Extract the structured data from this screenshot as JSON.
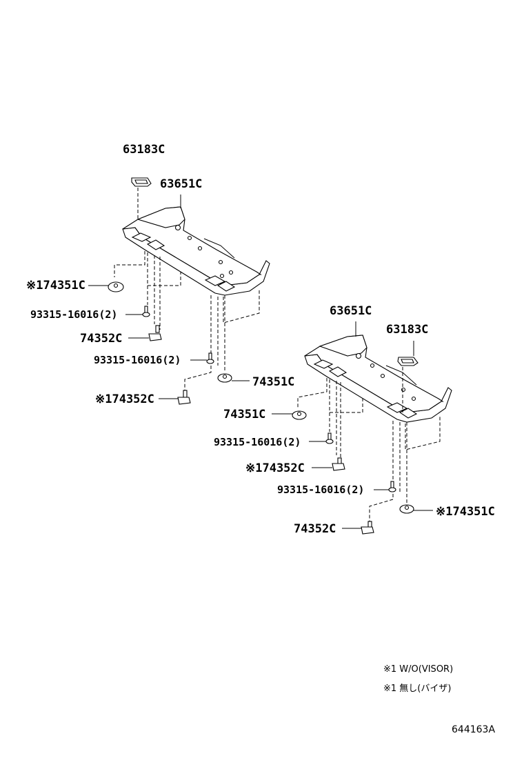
{
  "labels": {
    "p63183c_left": "63183C",
    "p63651c_left": "63651C",
    "p74351c_left_marked": "※174351C",
    "p93315_left_1": "93315-16016(2)",
    "p74352c_left": "74352C",
    "p93315_left_2": "93315-16016(2)",
    "p74351c_left": "74351C",
    "p74352c_left_marked": "※174352C",
    "p63651c_right": "63651C",
    "p63183c_right": "63183C",
    "p74351c_right": "74351C",
    "p93315_right_1": "93315-16016(2)",
    "p74352c_right_marked": "※174352C",
    "p93315_right_2": "93315-16016(2)",
    "p74351c_right_marked": "※174351C",
    "p74352c_right": "74352C"
  },
  "notes": {
    "note_en": "※1 W/O(VISOR)",
    "note_jp": "※1  無し(バイザ)"
  },
  "figure_id": "644163A"
}
